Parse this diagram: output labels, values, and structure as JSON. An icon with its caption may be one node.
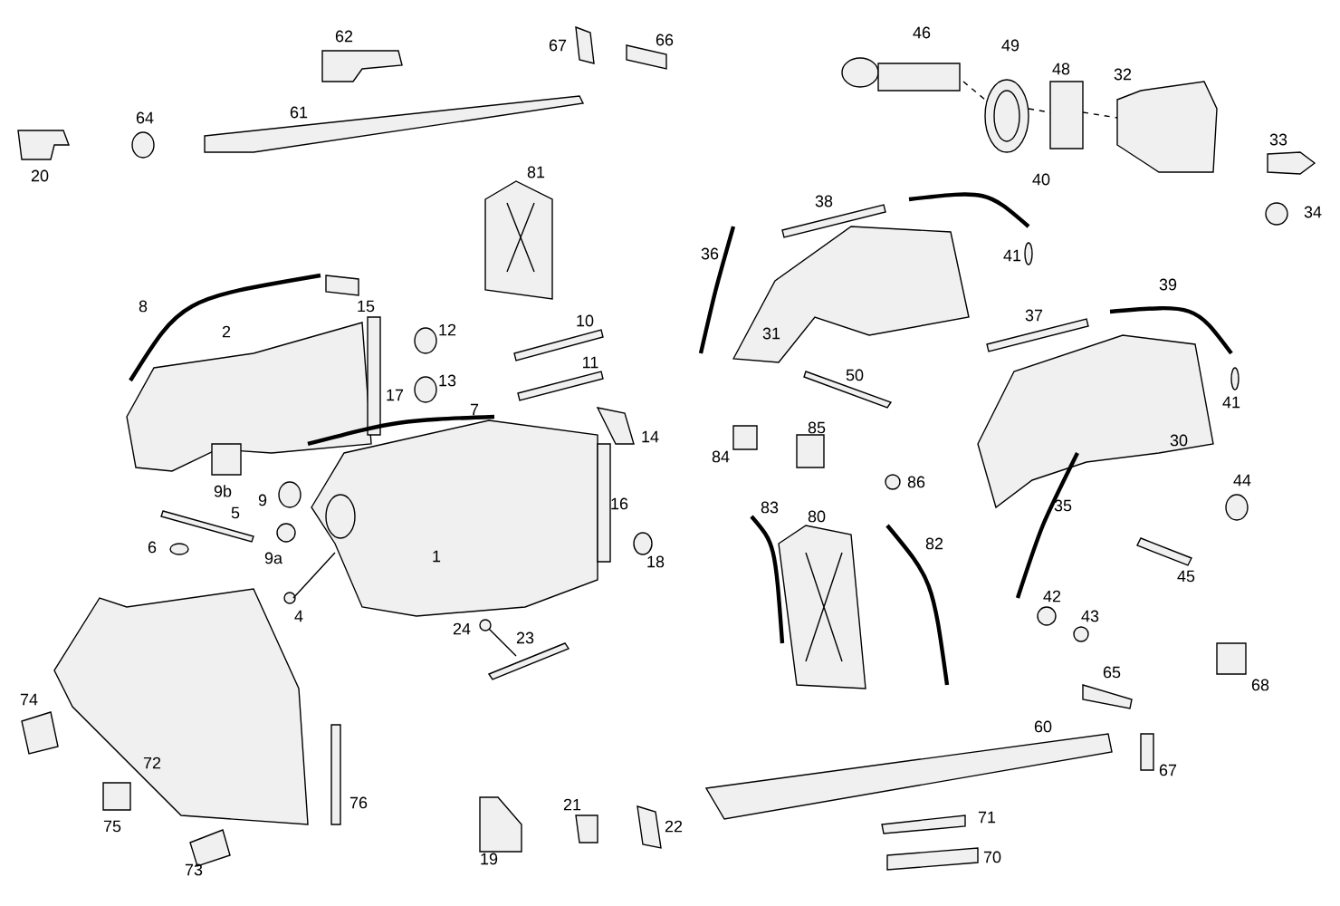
{
  "diagram": {
    "labels": [
      "62",
      "67",
      "66",
      "46",
      "49",
      "48",
      "32",
      "64",
      "61",
      "20",
      "33",
      "81",
      "40",
      "38",
      "34",
      "36",
      "41",
      "8",
      "15",
      "39",
      "12",
      "37",
      "10",
      "2",
      "31",
      "11",
      "50",
      "13",
      "17",
      "7",
      "41",
      "14",
      "85",
      "30",
      "84",
      "9b",
      "86",
      "9",
      "44",
      "1",
      "16",
      "35",
      "83",
      "80",
      "5",
      "82",
      "6",
      "9a",
      "18",
      "45",
      "4",
      "24",
      "23",
      "42",
      "43",
      "68",
      "65",
      "74",
      "60",
      "72",
      "76",
      "67",
      "21",
      "75",
      "71",
      "22",
      "19",
      "70",
      "73"
    ]
  }
}
